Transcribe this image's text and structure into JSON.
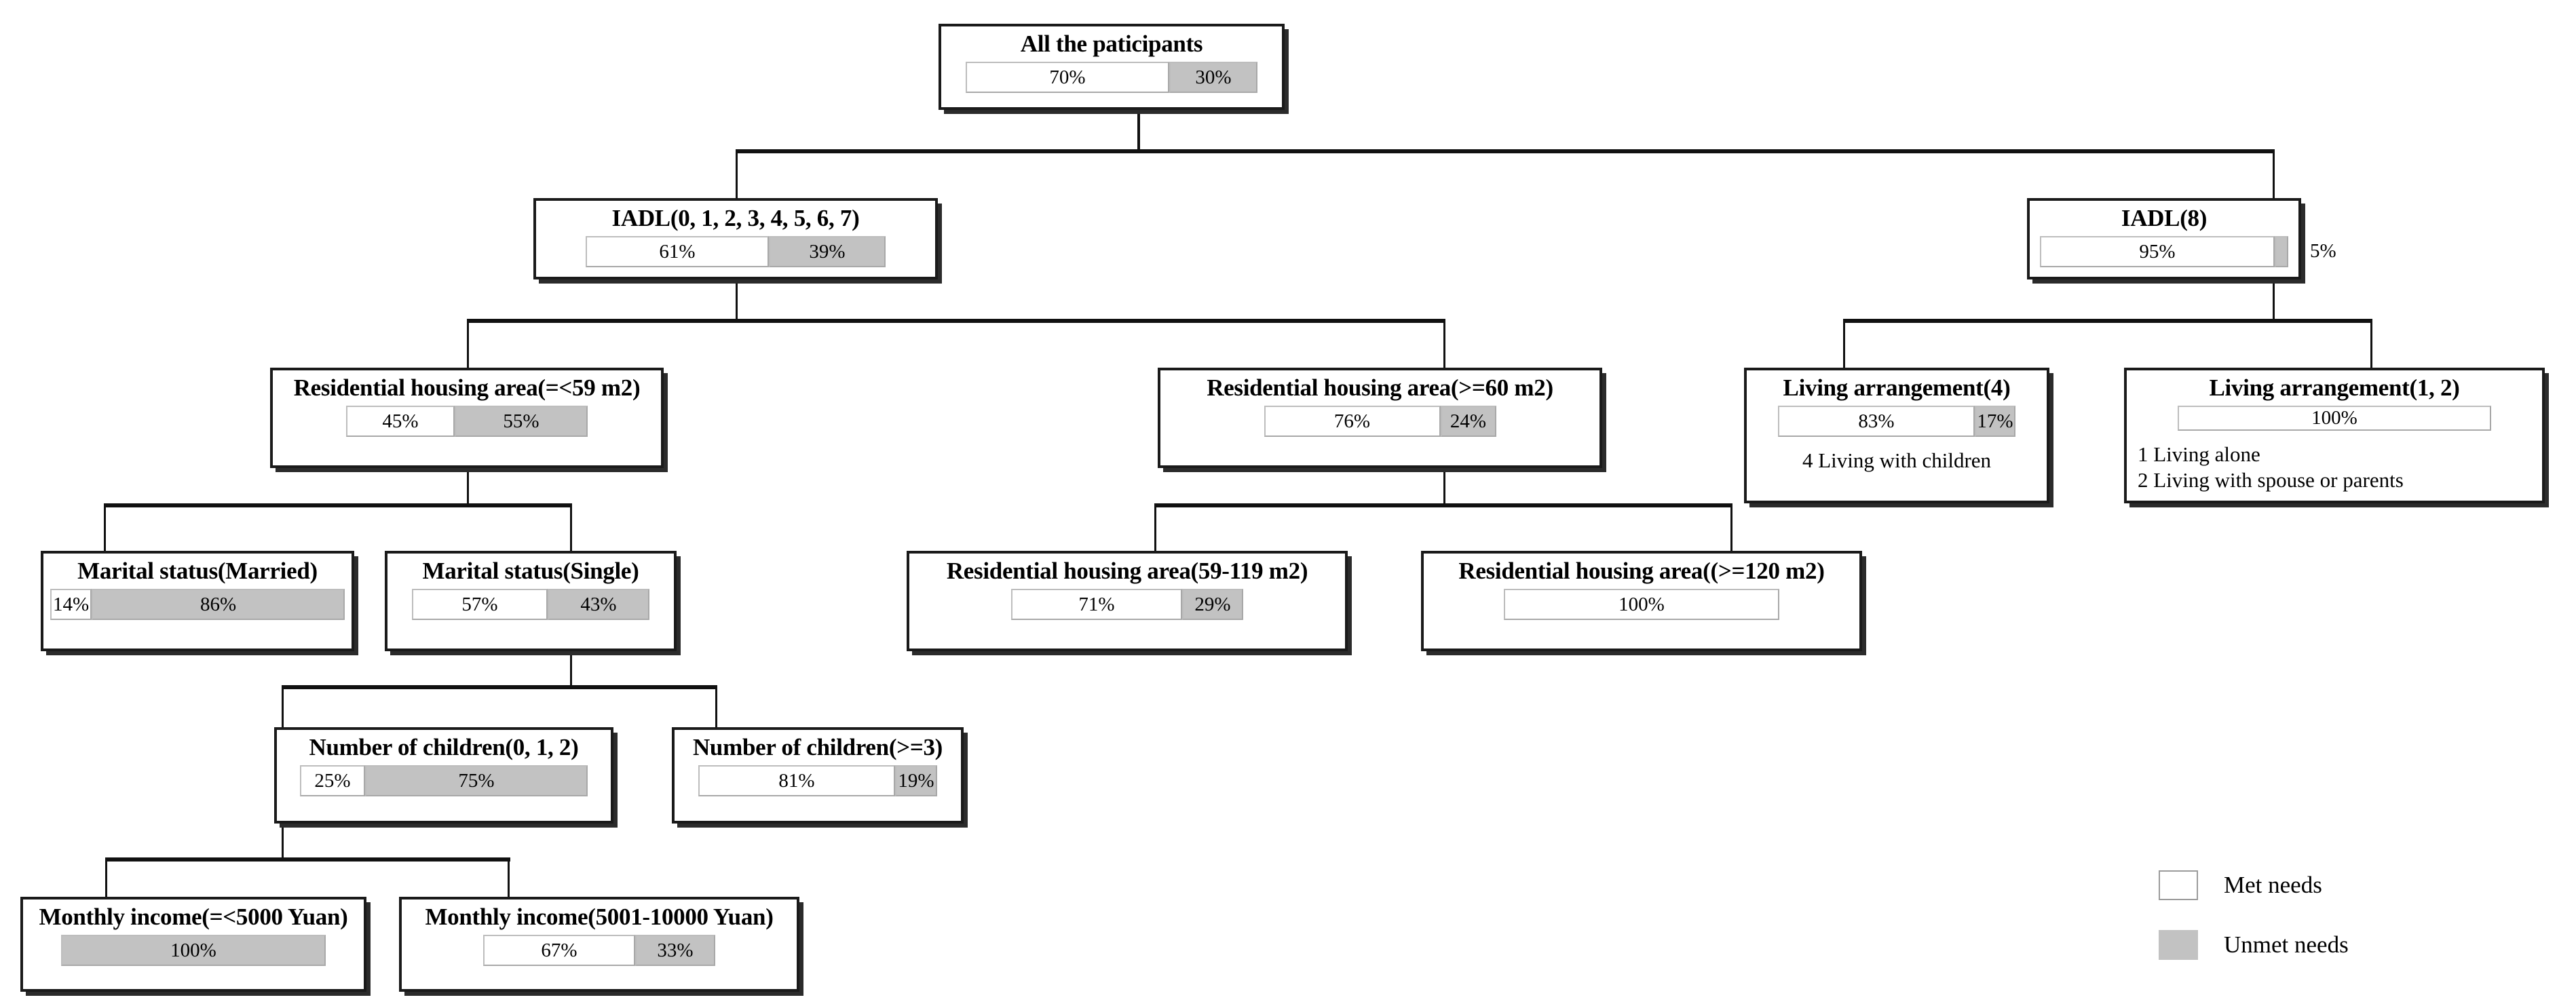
{
  "figure": {
    "type": "decision-tree",
    "legend": {
      "items": [
        {
          "label": "Met needs",
          "style": "met",
          "color": "#ffffff"
        },
        {
          "label": "Unmet needs",
          "style": "unmet",
          "color": "#c2c2c2"
        }
      ]
    }
  },
  "nodes": {
    "root": {
      "title": "All the paticipants",
      "met": "70%",
      "unmet": "30%",
      "met_value": 70,
      "unmet_value": 30
    },
    "iadl_low": {
      "title": "IADL(0, 1, 2, 3, 4, 5, 6, 7)",
      "met": "61%",
      "unmet": "39%",
      "met_value": 61,
      "unmet_value": 39
    },
    "iadl_high": {
      "title": "IADL(8)",
      "met": "95%",
      "unmet": "5%",
      "met_value": 95,
      "unmet_value": 5
    },
    "house_small": {
      "title": "Residential housing area(=<59 m2)",
      "met": "45%",
      "unmet": "55%",
      "met_value": 45,
      "unmet_value": 55
    },
    "house_large": {
      "title": "Residential housing area(>=60 m2)",
      "met": "76%",
      "unmet": "24%",
      "met_value": 76,
      "unmet_value": 24
    },
    "living_4": {
      "title": "Living arrangement(4)",
      "met": "83%",
      "unmet": "17%",
      "met_value": 83,
      "unmet_value": 17,
      "note1": "4 Living with children"
    },
    "living_12": {
      "title": "Living arrangement(1, 2)",
      "met": "100%",
      "met_value": 100,
      "unmet_value": 0,
      "note1": "1 Living alone",
      "note2": "2 Living with spouse or parents"
    },
    "marital_married": {
      "title": "Marital status(Married)",
      "met": "14%",
      "unmet": "86%",
      "met_value": 14,
      "unmet_value": 86
    },
    "marital_single": {
      "title": "Marital status(Single)",
      "met": "57%",
      "unmet": "43%",
      "met_value": 57,
      "unmet_value": 43
    },
    "house_mid": {
      "title": "Residential housing area(59-119 m2)",
      "met": "71%",
      "unmet": "29%",
      "met_value": 71,
      "unmet_value": 29
    },
    "house_xl": {
      "title": "Residential housing area((>=120 m2)",
      "met": "100%",
      "met_value": 100,
      "unmet_value": 0
    },
    "children_low": {
      "title": "Number of children(0, 1, 2)",
      "met": "25%",
      "unmet": "75%",
      "met_value": 25,
      "unmet_value": 75
    },
    "children_high": {
      "title": "Number of children(>=3)",
      "met": "81%",
      "unmet": "19%",
      "met_value": 81,
      "unmet_value": 19
    },
    "income_low": {
      "title": "Monthly income(=<5000 Yuan)",
      "unmet": "100%",
      "met_value": 0,
      "unmet_value": 100
    },
    "income_mid": {
      "title": "Monthly income(5001-10000 Yuan)",
      "met": "67%",
      "unmet": "33%",
      "met_value": 67,
      "unmet_value": 33
    }
  }
}
